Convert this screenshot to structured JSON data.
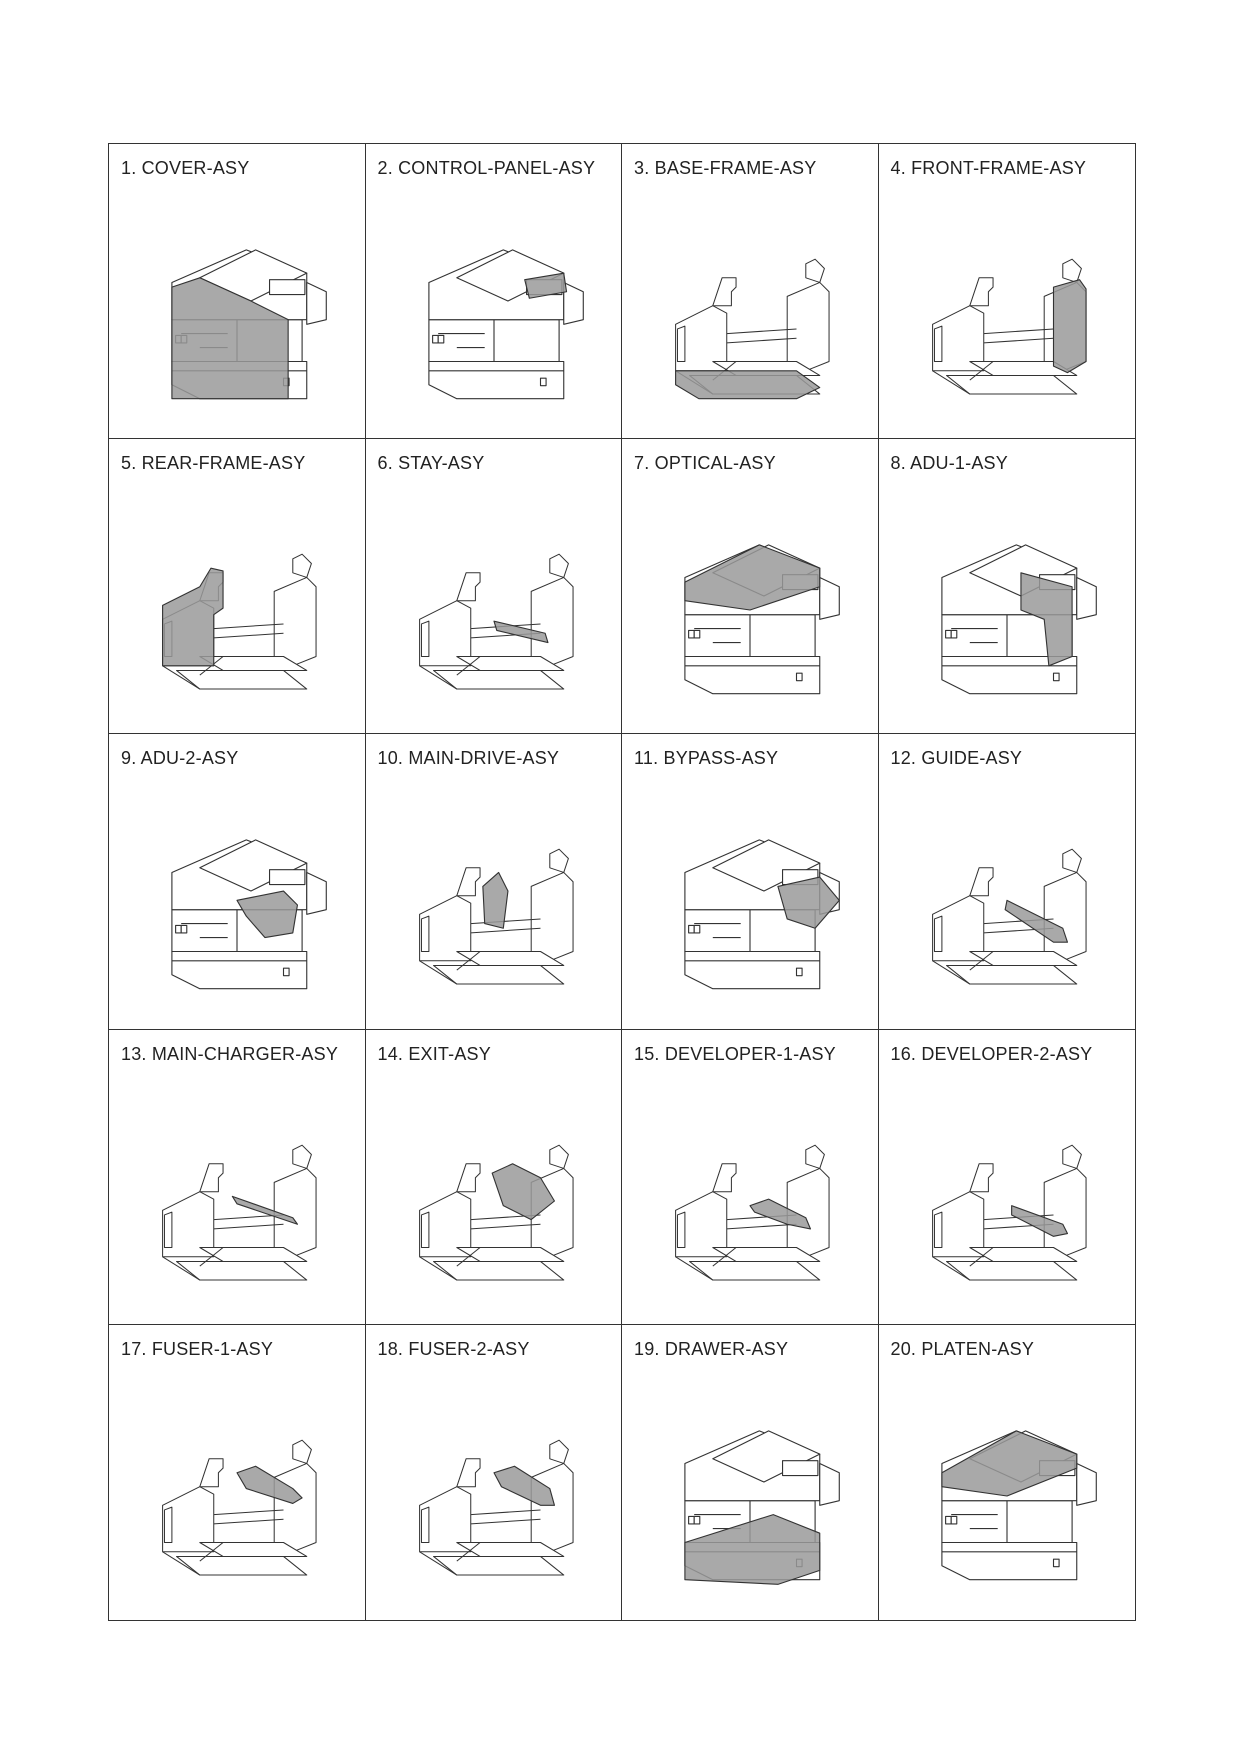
{
  "assemblies": [
    {
      "title": "1. COVER-ASY",
      "icon": "copier-cover-highlight"
    },
    {
      "title": "2. CONTROL-PANEL-ASY",
      "icon": "copier-control-panel-highlight"
    },
    {
      "title": "3. BASE-FRAME-ASY",
      "icon": "frame-base-highlight"
    },
    {
      "title": "4. FRONT-FRAME-ASY",
      "icon": "frame-front-highlight"
    },
    {
      "title": "5. REAR-FRAME-ASY",
      "icon": "frame-rear-highlight"
    },
    {
      "title": "6. STAY-ASY",
      "icon": "frame-stay-highlight"
    },
    {
      "title": "7. OPTICAL-ASY",
      "icon": "copier-optical-highlight"
    },
    {
      "title": "8. ADU-1-ASY",
      "icon": "copier-adu1-highlight"
    },
    {
      "title": "9. ADU-2-ASY",
      "icon": "copier-adu2-highlight"
    },
    {
      "title": "10. MAIN-DRIVE-ASY",
      "icon": "frame-main-drive-highlight"
    },
    {
      "title": "11. BYPASS-ASY",
      "icon": "copier-bypass-highlight"
    },
    {
      "title": "12. GUIDE-ASY",
      "icon": "frame-guide-highlight"
    },
    {
      "title": "13. MAIN-CHARGER-ASY",
      "icon": "frame-main-charger-highlight"
    },
    {
      "title": "14. EXIT-ASY",
      "icon": "frame-exit-highlight"
    },
    {
      "title": "15. DEVELOPER-1-ASY",
      "icon": "frame-developer1-highlight"
    },
    {
      "title": "16. DEVELOPER-2-ASY",
      "icon": "frame-developer2-highlight"
    },
    {
      "title": "17. FUSER-1-ASY",
      "icon": "frame-fuser1-highlight"
    },
    {
      "title": "18. FUSER-2-ASY",
      "icon": "frame-fuser2-highlight"
    },
    {
      "title": "19. DRAWER-ASY",
      "icon": "copier-drawer-highlight"
    },
    {
      "title": "20. PLATEN-ASY",
      "icon": "copier-platen-highlight"
    }
  ],
  "colors": {
    "line": "#333333",
    "highlight": "#9a9a9a",
    "fill": "#ffffff"
  }
}
